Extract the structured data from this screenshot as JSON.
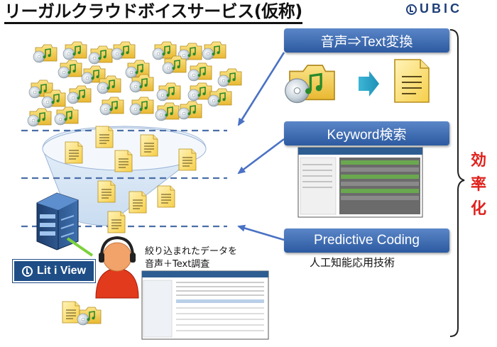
{
  "header": {
    "title": "リーガルクラウドボイスサービス(仮称)",
    "logo_text": "UBIC"
  },
  "steps": [
    {
      "label": "音声⇒Text変換"
    },
    {
      "label": "Keyword検索"
    },
    {
      "label": "Predictive Coding",
      "sub": "人工知能応用技術"
    }
  ],
  "efficiency": {
    "chars": [
      "効",
      "率",
      "化"
    ],
    "color": "#e0201b"
  },
  "product": {
    "name": "Lit i View"
  },
  "reviewer": {
    "caption_line1": "絞り込まれたデータを",
    "caption_line2": "音声＋Text調査"
  },
  "colors": {
    "box_blue": "#2c5aa0",
    "arrow_blue": "#4a72c4",
    "folder_yellow": "#f3cf55",
    "doc_yellow": "#fbe38a",
    "accent_red": "#e0201b"
  },
  "icons": [
    "music-folder-icon",
    "document-icon",
    "server-icon",
    "headphone-person-icon",
    "screenshot-thumbnail",
    "cd-icon",
    "right-arrow-icon"
  ]
}
